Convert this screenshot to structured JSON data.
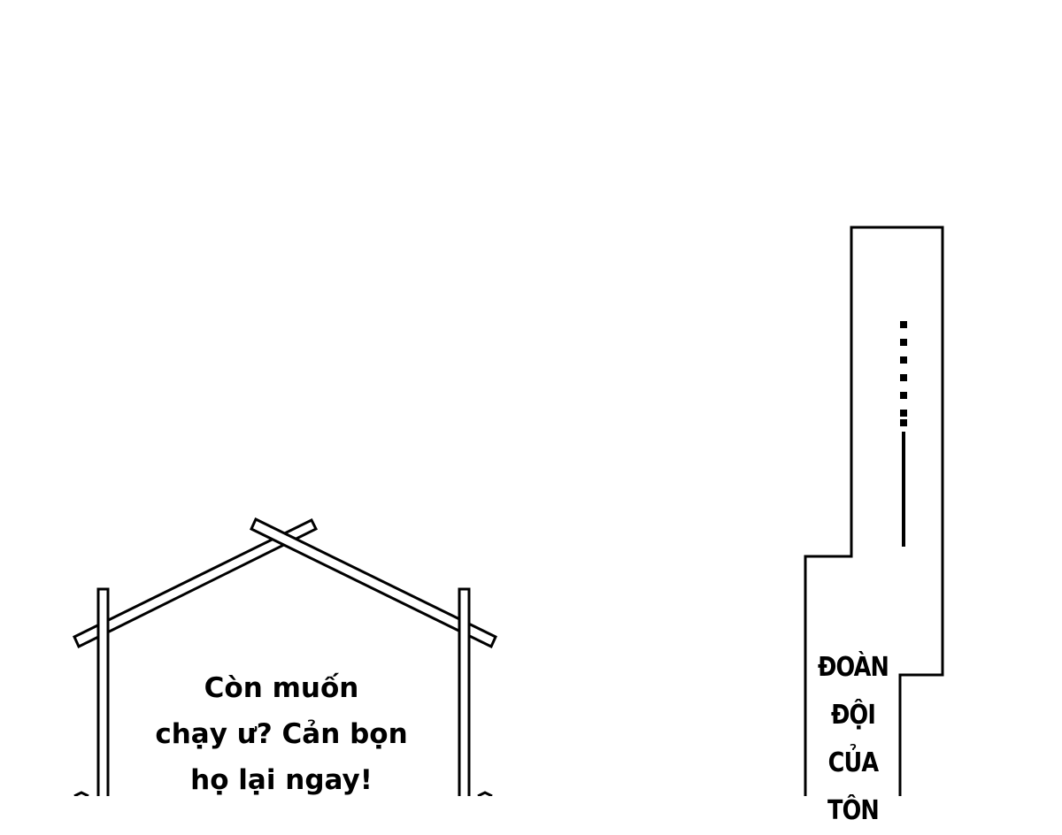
{
  "house_bubble": {
    "lines": [
      "Còn muốn",
      "chạy ư? Cản bọn",
      "họ lại ngay!"
    ]
  },
  "narrow_box": {
    "lines": [
      "ĐOÀN",
      "ĐỘI",
      "CỦA",
      "TÔN"
    ]
  },
  "colors": {
    "ink": "#000000",
    "paper": "#ffffff"
  }
}
